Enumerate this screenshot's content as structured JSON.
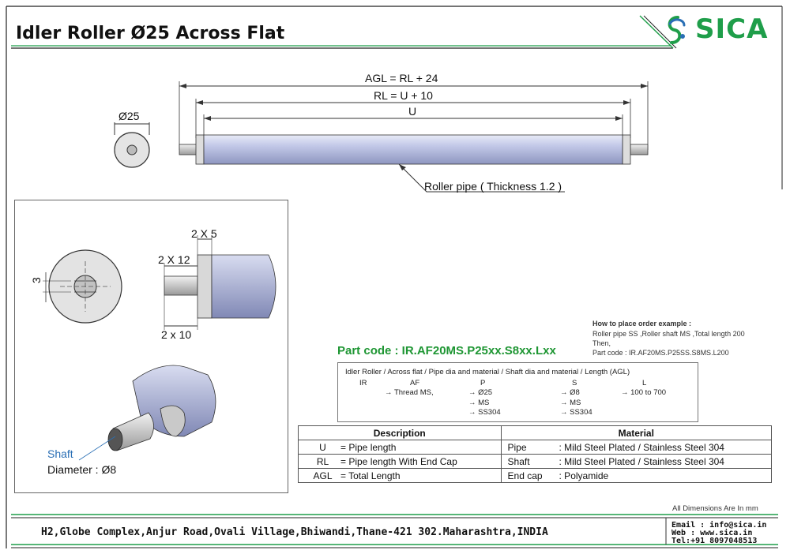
{
  "header": {
    "title": "Idler Roller Ø25 Across Flat",
    "brand": "SICA"
  },
  "dimensions": {
    "agl": "AGL = RL + 24",
    "rl": "RL = U + 10",
    "u": "U",
    "diameter": "Ø25",
    "roller_pipe": "Roller pipe ( Thickness 1.2 )",
    "endcap": "2 X 5",
    "shaft_len": "2 X 12",
    "flat_width": "3",
    "shaft_total": "2 x 10"
  },
  "shaft_callout": {
    "label": "Shaft",
    "diameter": "Diameter : Ø8"
  },
  "order_example": {
    "heading": "How to place order example :",
    "line1": "Roller pipe SS ,Roller shaft MS ,Total length 200",
    "line2": "Then,",
    "line3": "Part code : IR.AF20MS.P25SS.S8MS.L200"
  },
  "part_code": "Part code : IR.AF20MS.P25xx.S8xx.Lxx",
  "code_legend": {
    "header": "Idler Roller / Across flat / Pipe dia and material / Shaft dia and material / Length (AGL)",
    "ir": "IR",
    "af": "AF",
    "p": "P",
    "s": "S",
    "l": "L",
    "af_val": "→ Thread MS,",
    "p_vals": [
      "→ Ø25",
      "→ MS",
      "→ SS304"
    ],
    "s_vals": [
      "→ Ø8",
      "→  MS",
      "→ SS304"
    ],
    "l_val": "→ 100 to 700"
  },
  "spec_table": {
    "headers": [
      "Description",
      "Material"
    ],
    "rows": [
      {
        "code": "U",
        "desc": "=  Pipe length",
        "part": "Pipe",
        "material": ":   Mild Steel Plated / Stainless Steel 304"
      },
      {
        "code": "RL",
        "desc": "=  Pipe length With End Cap",
        "part": "Shaft",
        "material": ":   Mild Steel Plated / Stainless Steel 304"
      },
      {
        "code": "AGL",
        "desc": "=  Total Length",
        "part": "End cap",
        "material": ":   Polyamide"
      }
    ]
  },
  "units_note": "All Dimensions Are In mm",
  "footer": {
    "address": "H2,Globe Complex,Anjur Road,Ovali Village,Bhiwandi,Thane-421 302.Maharashtra,INDIA",
    "email": "Email : info@sica.in",
    "web": "Web   : www.sica.in",
    "tel": "Tel:+91 8097048513"
  },
  "colors": {
    "brand_green": "#1f9e4a",
    "brand_blue": "#2a6fb5",
    "pipe": "#b5bde0"
  }
}
